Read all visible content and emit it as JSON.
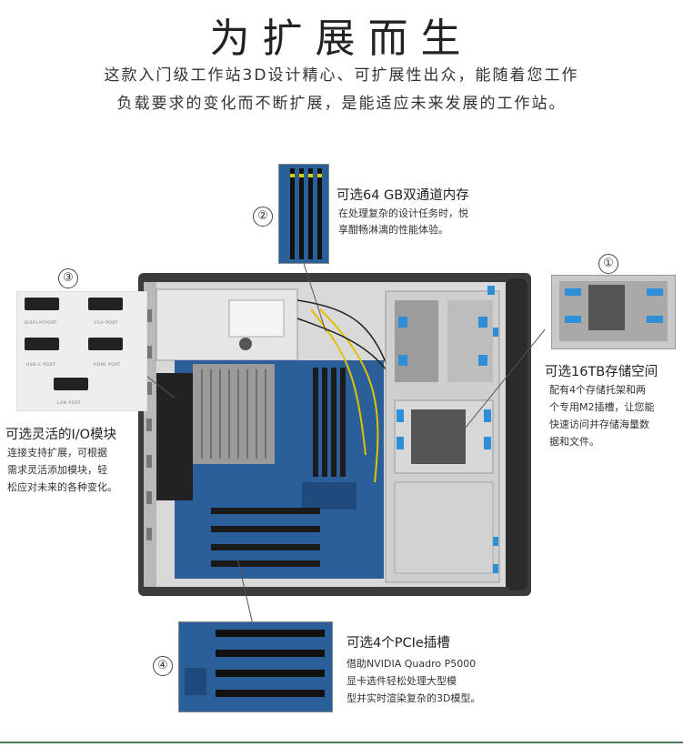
{
  "heading": "为扩展而生",
  "intro": {
    "line1": "这款入门级工作站3D设计精心、可扩展性出众，能随着您工作",
    "line2": "负载要求的变化而不断扩展，是能适应未来发展的工作站。"
  },
  "features": {
    "memory": {
      "number": "②",
      "title": "可选64 GB双通道内存",
      "desc_line1": "在处理复杂的设计任务时，悦",
      "desc_line2": "享酣畅淋漓的性能体验。"
    },
    "storage": {
      "number": "①",
      "title": "可选16TB存储空间",
      "desc_line1": "配有4个存储托架和两",
      "desc_line2": "个专用M2插槽，让您能",
      "desc_line3": "快速访问并存储海量数",
      "desc_line4": "据和文件。"
    },
    "io": {
      "number": "③",
      "title": "可选灵活的I/O模块",
      "desc_line1": "连接支持扩展，可根据",
      "desc_line2": "需求灵活添加模块，轻",
      "desc_line3": "松应对未来的各种变化。",
      "ports": [
        "DISPLAYPORT",
        "VGA PORT",
        "USB-C PORT",
        "HDMI PORT",
        "LAN PORT"
      ]
    },
    "pcie": {
      "number": "④",
      "title": "可选4个PCIe插槽",
      "desc_line1": "借助NVIDIA Quadro P5000",
      "desc_line2": "显卡选件轻松处理大型模",
      "desc_line3": "型并实时渲染复杂的3D模型。"
    }
  },
  "colors": {
    "board": "#2a5f9a",
    "chassis": "#c8c8c8",
    "chassis_dark": "#3c3c3c",
    "blue_accent": "#2f8fd6"
  }
}
